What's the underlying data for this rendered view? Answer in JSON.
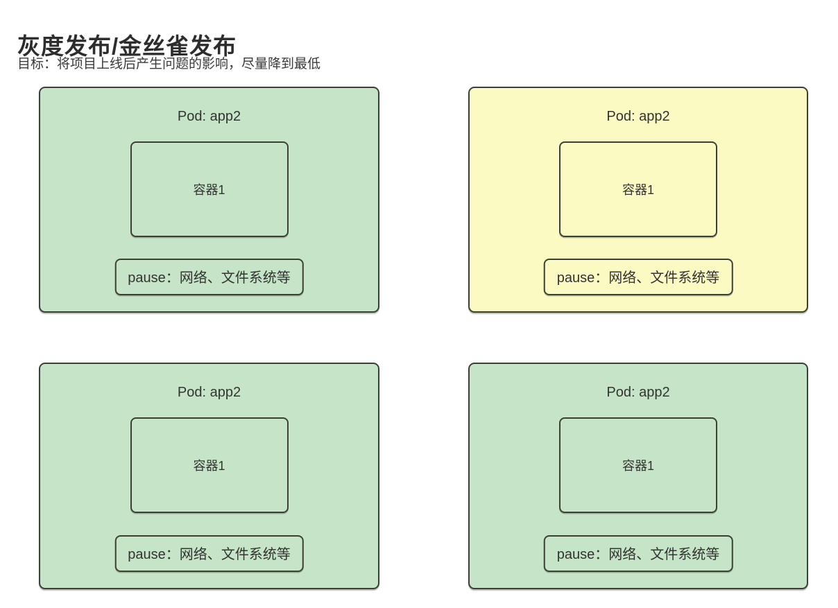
{
  "page": {
    "title": "灰度发布/金丝雀发布",
    "subtitle": "目标：将项目上线后产生问题的影响，尽量降到最低"
  },
  "colors": {
    "pod_green_fill": "#c6e4c7",
    "pod_yellow_fill": "#fcfac3",
    "box_border": "#3a4134",
    "text": "#333333"
  },
  "pods": [
    {
      "variant": "green",
      "pod_label": "Pod: app2",
      "container_label": "容器1",
      "pause_label": "pause：网络、文件系统等"
    },
    {
      "variant": "yellow",
      "pod_label": "Pod: app2",
      "container_label": "容器1",
      "pause_label": "pause：网络、文件系统等"
    },
    {
      "variant": "green",
      "pod_label": "Pod: app2",
      "container_label": "容器1",
      "pause_label": "pause：网络、文件系统等"
    },
    {
      "variant": "green",
      "pod_label": "Pod: app2",
      "container_label": "容器1",
      "pause_label": "pause：网络、文件系统等"
    }
  ]
}
